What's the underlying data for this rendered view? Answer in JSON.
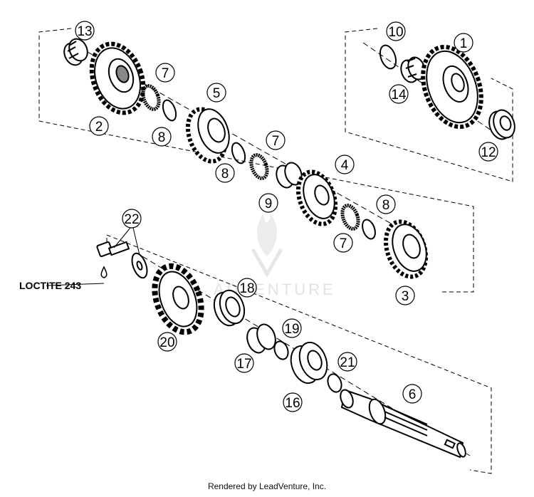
{
  "callouts": {
    "c1": "1",
    "c2": "2",
    "c3": "3",
    "c4": "4",
    "c5": "5",
    "c6": "6",
    "c7a": "7",
    "c7b": "7",
    "c7c": "7",
    "c8a": "8",
    "c8b": "8",
    "c8c": "8",
    "c9": "9",
    "c10": "10",
    "c12": "12",
    "c13": "13",
    "c14": "14",
    "c16": "16",
    "c17": "17",
    "c18": "18",
    "c19": "19",
    "c20": "20",
    "c21": "21",
    "c22": "22"
  },
  "note": {
    "loctite": "LOCTITE 243"
  },
  "watermark": {
    "text": "ADVENTURE"
  },
  "credit": "Rendered by LeadVenture, Inc.",
  "colors": {
    "line": "#000000",
    "watermark": "#e3e3e3"
  },
  "icons": {
    "watermark": "flame-logo-icon"
  }
}
